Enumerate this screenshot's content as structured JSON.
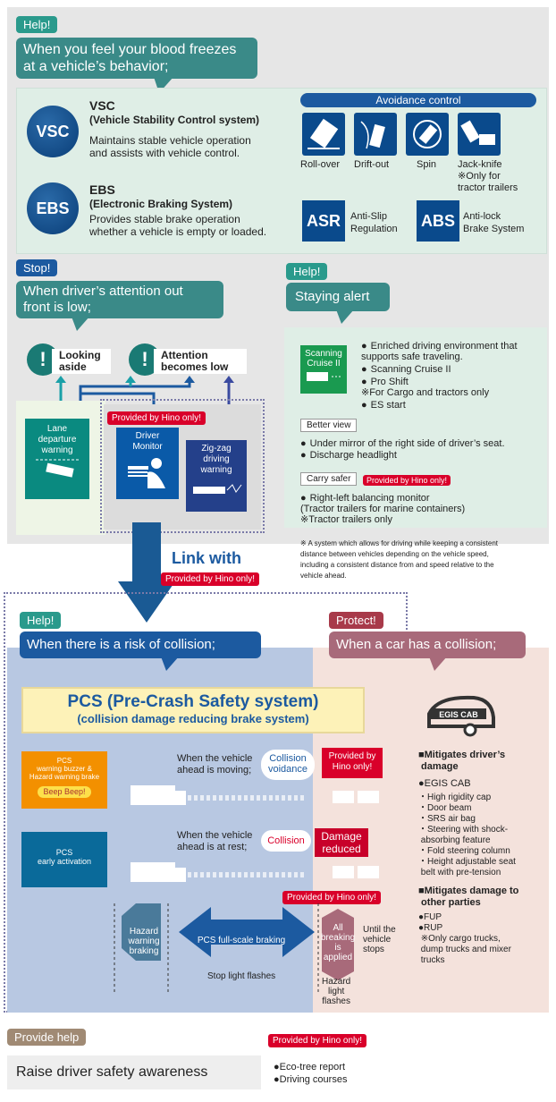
{
  "sec1": {
    "tag": "Help!",
    "bubble": "When you feel your blood freezes\nat a vehicle’s behavior;"
  },
  "vsc": {
    "icon": "VSC",
    "title": "VSC",
    "subtitle": "(Vehicle Stability Control system)",
    "desc": "Maintains stable vehicle operation\nand assists with vehicle control."
  },
  "ebs": {
    "icon": "EBS",
    "title": "EBS",
    "subtitle": "(Electronic Braking System)",
    "desc": "Provides stable brake operation\nwhether a vehicle is empty or loaded."
  },
  "avoid": {
    "header": "Avoidance control",
    "items": [
      "Roll-over",
      "Drift-out",
      "Spin",
      "Jack-knife\n※Only for\ntractor trailers"
    ]
  },
  "asr": {
    "icon": "ASR",
    "label": "Anti-Slip\nRegulation"
  },
  "abs": {
    "icon": "ABS",
    "label": "Anti-lock\nBrake System"
  },
  "stop": {
    "tag": "Stop!",
    "bubble": "When driver’s attention out\nfront is low;",
    "warn1": "Looking\naside",
    "warn2": "Attention\nbecomes low",
    "lane": "Lane\ndeparture\nwarning",
    "driver": "Driver\nMonitor",
    "zigzag": "Zig-zag\ndriving\nwarning"
  },
  "hino": "Provided by Hino only!",
  "alert": {
    "tag": "Help!",
    "bubble": "Staying alert",
    "scan": "Scanning\nCruise II",
    "items": [
      "Enriched driving environment that\nsupports safe traveling.",
      "Scanning Cruise II",
      "Pro Shift\n※For Cargo and tractors only",
      "ES start"
    ],
    "better": "Better view",
    "better_items": [
      "Under mirror of the right side of driver’s seat.",
      "Discharge headlight"
    ],
    "carry": "Carry safer",
    "carry_items": [
      "Right-left balancing monitor\n(Tractor trailers for marine containers)\n※Tractor trailers only"
    ],
    "note": "※ A system which allows for driving while keeping a consistent\ndistance between vehicles depending on the vehicle speed,\nincluding a consistent distance from and speed relative to the\nvehicle ahead."
  },
  "link": "Link with",
  "risk": {
    "tag": "Help!",
    "bubble": "When there is a risk of collision;"
  },
  "protect": {
    "tag": "Protect!",
    "bubble": "When a car has a collision;"
  },
  "pcs": {
    "title": "PCS (Pre-Crash Safety system)",
    "subtitle": "(collision damage reducing brake system)",
    "buzzer": "PCS\nwarning buzzer &\nHazard warning brake",
    "beep": "Beep Beep!",
    "early": "PCS\nearly activation",
    "moving": "When the vehicle\nahead is moving;",
    "moving_tag": "Collision\nvoidance",
    "rest": "When the vehicle\nahead is at rest;",
    "rest_tag": "Collision",
    "damage": "Damage\nreduced",
    "hazard_brake": "Hazard\nwarning\nbraking",
    "full": "PCS full-scale braking",
    "stoplight": "Stop light flashes",
    "all": "All\nbreaking\nis\napplied",
    "until": "Until the\nvehicle\nstops",
    "hazard_flash": "Hazard\nlight\nflashes"
  },
  "egis": {
    "logo": "EGIS CAB",
    "h1": "■Mitigates driver’s\n damage",
    "cab": "●EGIS CAB",
    "list": "・High rigidity cap\n・Door beam\n・SRS air bag\n・Steering with shock-\n absorbing feature\n・Fold steering column\n・Height adjustable seat\n belt with pre-tension",
    "h2": "■Mitigates damage to\n other parties",
    "fup": "●FUP\n●RUP\n ※Only cargo trucks,\n dump trucks and mixer\n trucks"
  },
  "help": {
    "tag": "Provide help",
    "box": "Raise driver safety awareness",
    "items": "●Eco-tree report\n●Driving courses"
  }
}
